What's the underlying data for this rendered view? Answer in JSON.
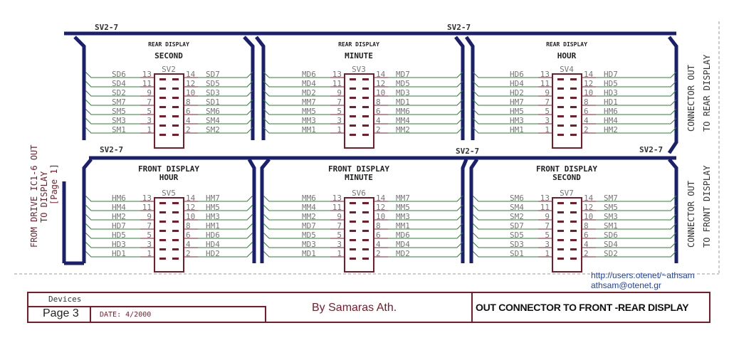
{
  "bus_label": "SV2-7",
  "rear_heading": "REAR DISPLAY",
  "front_heading": "FRONT DISPLAY",
  "connectors": [
    {
      "ref": "SV2",
      "group": "rear",
      "name": "SECOND",
      "left_pins": [
        "13",
        "11",
        "9",
        "7",
        "5",
        "3",
        "1"
      ],
      "right_pins": [
        "14",
        "12",
        "10",
        "8",
        "6",
        "4",
        "2"
      ],
      "left": [
        "SD6",
        "SD4",
        "SD2",
        "SM7",
        "SM5",
        "SM3",
        "SM1"
      ],
      "right": [
        "SD7",
        "SD5",
        "SD3",
        "SD1",
        "SM6",
        "SM4",
        "SM2"
      ]
    },
    {
      "ref": "SV3",
      "group": "rear",
      "name": "MINUTE",
      "left_pins": [
        "13",
        "11",
        "9",
        "7",
        "5",
        "3",
        "1"
      ],
      "right_pins": [
        "14",
        "12",
        "10",
        "8",
        "6",
        "4",
        "2"
      ],
      "left": [
        "MD6",
        "MD4",
        "MD2",
        "MM7",
        "MM5",
        "MM3",
        "MM1"
      ],
      "right": [
        "MD7",
        "MD5",
        "MD3",
        "MD1",
        "MM6",
        "MM4",
        "MM2"
      ]
    },
    {
      "ref": "SV4",
      "group": "rear",
      "name": "HOUR",
      "left_pins": [
        "13",
        "11",
        "9",
        "7",
        "5",
        "3",
        "1"
      ],
      "right_pins": [
        "14",
        "12",
        "10",
        "8",
        "6",
        "4",
        "2"
      ],
      "left": [
        "HD6",
        "HD4",
        "HD2",
        "HM7",
        "HM5",
        "HM3",
        "HM1"
      ],
      "right": [
        "HD7",
        "HD5",
        "HD3",
        "HD1",
        "HM6",
        "HM4",
        "HM2"
      ]
    },
    {
      "ref": "SV5",
      "group": "front",
      "name": "HOUR",
      "left_pins": [
        "13",
        "11",
        "9",
        "7",
        "5",
        "3",
        "1"
      ],
      "right_pins": [
        "14",
        "12",
        "10",
        "8",
        "6",
        "4",
        "2"
      ],
      "left": [
        "HM6",
        "HM4",
        "HM2",
        "HD7",
        "HD5",
        "HD3",
        "HD1"
      ],
      "right": [
        "HM7",
        "HM5",
        "HM3",
        "HM1",
        "HD6",
        "HD4",
        "HD2"
      ]
    },
    {
      "ref": "SV6",
      "group": "front",
      "name": "MINUTE",
      "left_pins": [
        "13",
        "11",
        "9",
        "7",
        "5",
        "3",
        "1"
      ],
      "right_pins": [
        "14",
        "12",
        "10",
        "8",
        "6",
        "4",
        "2"
      ],
      "left": [
        "MM6",
        "MM4",
        "MM2",
        "MD7",
        "MD5",
        "MD3",
        "MD1"
      ],
      "right": [
        "MM7",
        "MM5",
        "MM3",
        "MM1",
        "MD6",
        "MD4",
        "MD2"
      ]
    },
    {
      "ref": "SV7",
      "group": "front",
      "name": "SECOND",
      "left_pins": [
        "13",
        "11",
        "9",
        "7",
        "5",
        "3",
        "1"
      ],
      "right_pins": [
        "14",
        "12",
        "10",
        "8",
        "6",
        "4",
        "2"
      ],
      "left": [
        "SM6",
        "SM4",
        "SM2",
        "SD7",
        "SD5",
        "SD3",
        "SD1"
      ],
      "right": [
        "SM7",
        "SM5",
        "SM3",
        "SM1",
        "SD6",
        "SD4",
        "SD2"
      ]
    }
  ],
  "side_left": {
    "line1": "FROM DRIVE IC1-6 OUT",
    "line2": "TO DISPLAY",
    "line3": "[Page 1]"
  },
  "side_right_top": {
    "line1": "CONNECTOR OUT",
    "line2": "TO REAR DISPLAY"
  },
  "side_right_bottom": {
    "line1": "CONNECTOR OUT",
    "line2": "TO FRONT DISPLAY"
  },
  "contact": {
    "url": "http://users.otenet/~athsam",
    "email": "athsam@otenet.gr"
  },
  "title_block": {
    "devices": "Devices",
    "page": "Page 3",
    "date_label": "DATE:",
    "date": "4/2000",
    "author": "By Samaras Ath.",
    "title": "OUT CONNECTOR TO FRONT -REAR DISPLAY"
  },
  "colors": {
    "bus": "#1a1f6e",
    "wire": "#2e7d32",
    "part": "#7a1b2a",
    "link": "#1a3fbf"
  }
}
